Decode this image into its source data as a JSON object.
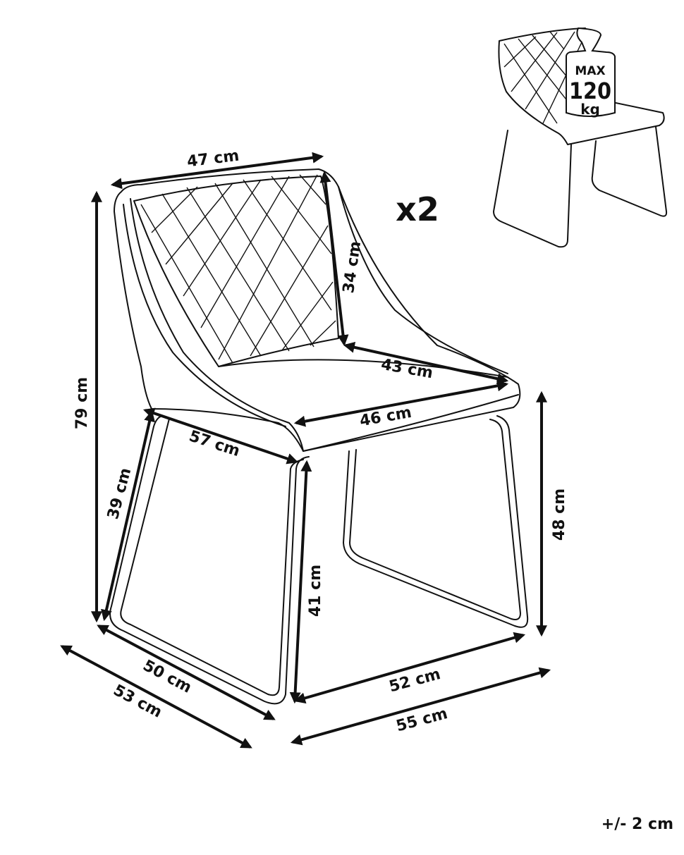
{
  "dimensions": {
    "back_width": "47 cm",
    "total_height": "79 cm",
    "back_height": "34 cm",
    "seat_depth": "43 cm",
    "seat_width": "46 cm",
    "armrest_depth": "57 cm",
    "armrest_height": "39 cm",
    "leg_height": "41 cm",
    "seat_height": "48 cm",
    "inner_depth": "50 cm",
    "total_depth": "53 cm",
    "inner_width": "52 cm",
    "total_width": "55 cm"
  },
  "quantity": "x2",
  "max_load": {
    "top": "MAX",
    "value": "120",
    "unit": "kg"
  },
  "tolerance": "+/- 2 cm"
}
